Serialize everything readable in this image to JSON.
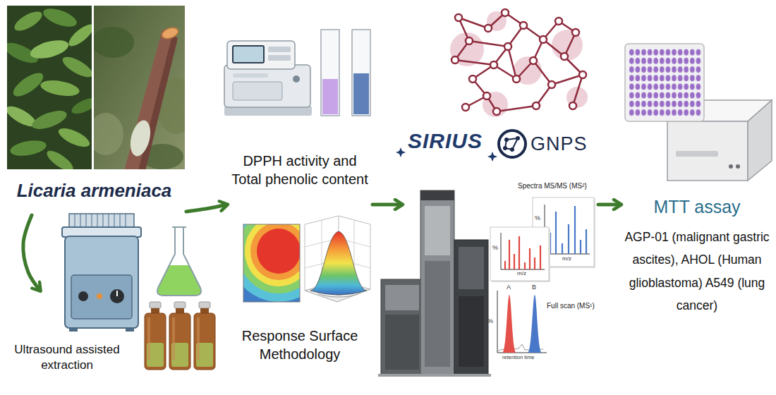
{
  "diagram": {
    "nodes": [
      {
        "text": [
          "Licaria armeniaca"
        ]
      },
      {
        "text": [
          "Ultrasound assisted extraction"
        ]
      },
      {
        "text": [
          "DPPH activity and Total phenolic content"
        ]
      },
      {
        "text": [
          "Response Surface Methodology"
        ]
      },
      {
        "text": [
          "SIRIUS",
          "GNPS",
          "Spectra MS/MS (MS²)",
          "Full scan (MS¹)"
        ]
      },
      {
        "text": [
          "MTT assay",
          "AGP-01 (malignant gastric ascites), AHOL (Human glioblastoma) A549 (lung cancer)"
        ]
      }
    ],
    "edges": [
      {
        "from": 0,
        "to": 1,
        "arrow": "to"
      },
      {
        "from": 0,
        "to": 2,
        "arrow": "to"
      },
      {
        "from": 2,
        "to": 4,
        "arrow": "to"
      },
      {
        "from": 4,
        "to": 5,
        "arrow": "to"
      }
    ],
    "labels": [
      "%",
      "m/z",
      "%",
      "m/z",
      "A",
      "B",
      "%",
      "retention time"
    ]
  }
}
